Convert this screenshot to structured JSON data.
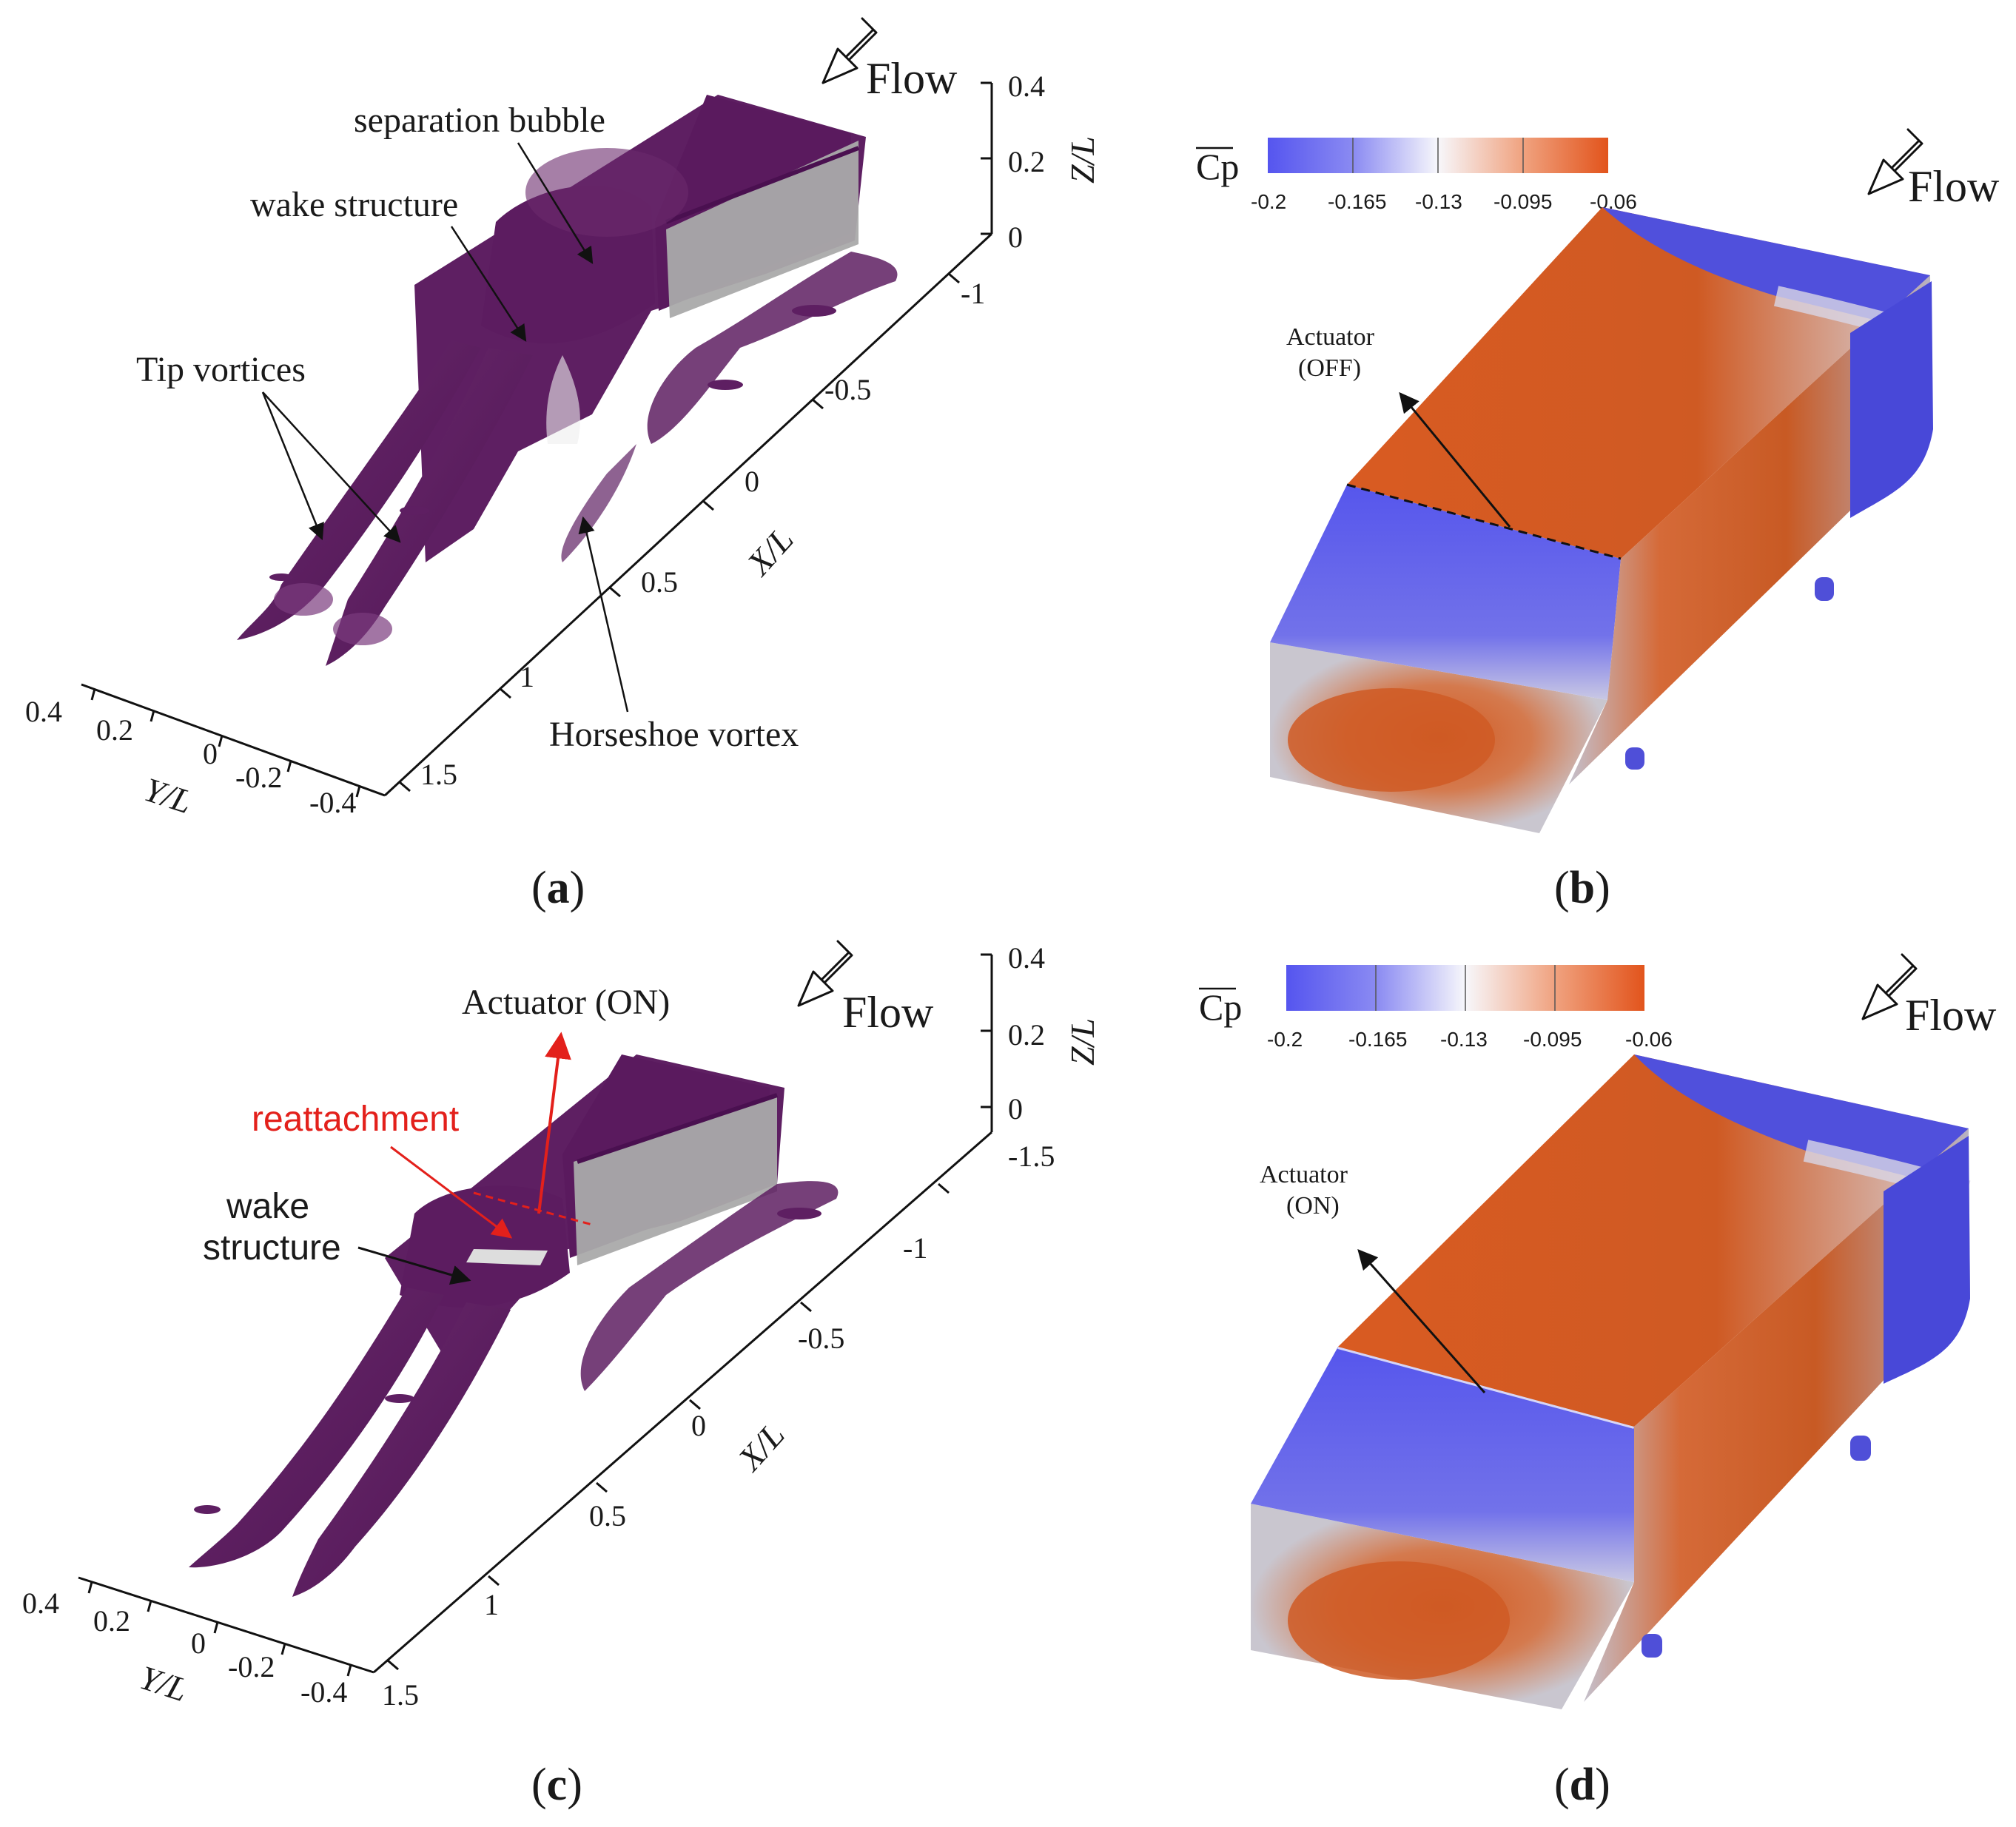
{
  "colors": {
    "isosurface": "#5a1a5c",
    "isosurface_light": "#7e3c80",
    "surface_grey": "#a9a9a9",
    "cp_low": "#5c5cf0",
    "cp_mid": "#f4f4fb",
    "cp_high": "#e2561e",
    "red_annotation": "#e3201b"
  },
  "flow_label": "Flow",
  "axes": {
    "z_label": "Z/L",
    "x_label": "X/L",
    "y_label": "Y/L",
    "a_z_ticks": [
      "0.4",
      "0.2",
      "0"
    ],
    "c_z_ticks": [
      "0.4",
      "0.2",
      "0",
      "-1.5"
    ],
    "x_ticks": [
      "-1",
      "-0.5",
      "0",
      "0.5",
      "1",
      "1.5"
    ],
    "y_ticks": [
      "0.4",
      "0.2",
      "0",
      "-0.2",
      "-0.4"
    ]
  },
  "panel_a": {
    "caption_letter": "a",
    "annotations": {
      "separation_bubble": "separation bubble",
      "wake_structure": "wake structure",
      "tip_vortices": "Tip vortices",
      "horseshoe_vortex": "Horseshoe vortex"
    }
  },
  "panel_b": {
    "caption_letter": "b",
    "colorbar_label": "Cp",
    "colorbar_ticks": [
      "-0.2",
      "-0.165",
      "-0.13",
      "-0.095",
      "-0.06"
    ],
    "actuator_label_1": "Actuator",
    "actuator_label_2": "(OFF)"
  },
  "panel_c": {
    "caption_letter": "c",
    "annotations": {
      "actuator_on": "Actuator (ON)",
      "reattachment": "reattachment",
      "wake_1": "wake",
      "wake_2": "structure"
    }
  },
  "panel_d": {
    "caption_letter": "d",
    "colorbar_label": "Cp",
    "colorbar_ticks": [
      "-0.2",
      "-0.165",
      "-0.13",
      "-0.095",
      "-0.06"
    ],
    "actuator_label_1": "Actuator",
    "actuator_label_2": "(ON)"
  }
}
